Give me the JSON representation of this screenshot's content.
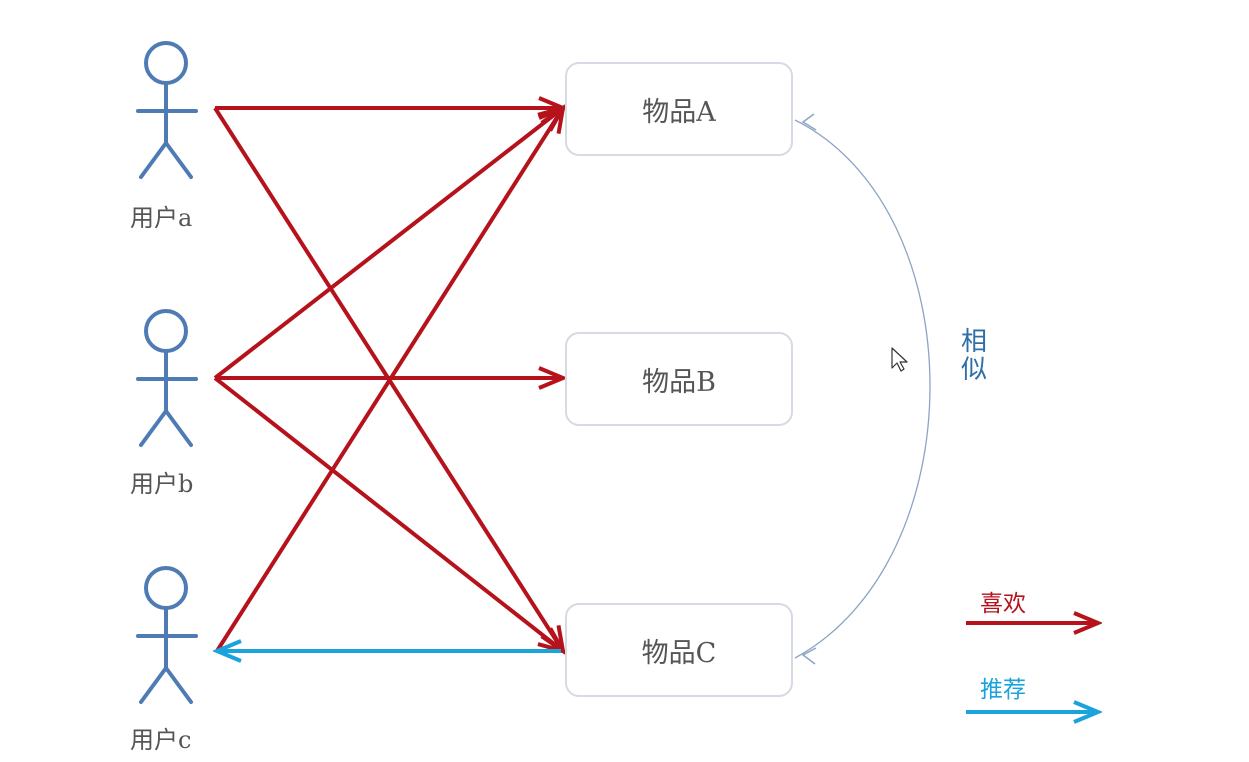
{
  "users": [
    {
      "id": "a",
      "label": "用户a"
    },
    {
      "id": "b",
      "label": "用户b"
    },
    {
      "id": "c",
      "label": "用户c"
    }
  ],
  "items": [
    {
      "id": "A",
      "label": "物品A"
    },
    {
      "id": "B",
      "label": "物品B"
    },
    {
      "id": "C",
      "label": "物品C"
    }
  ],
  "likes": [
    {
      "user": "a",
      "item": "A"
    },
    {
      "user": "a",
      "item": "C"
    },
    {
      "user": "b",
      "item": "A"
    },
    {
      "user": "b",
      "item": "B"
    },
    {
      "user": "b",
      "item": "C"
    },
    {
      "user": "c",
      "item": "A"
    }
  ],
  "recommendations": [
    {
      "item": "C",
      "user": "c"
    }
  ],
  "similarity": {
    "from": "A",
    "to": "C",
    "label": "相似"
  },
  "legend": {
    "like_label": "喜欢",
    "recommend_label": "推荐"
  },
  "colors": {
    "like": "#b5121b",
    "recommend": "#1ba3dc",
    "user_figure": "#4f7bb5",
    "similar_arc": "#8ea4c4",
    "similar_text": "#2f6fa8"
  }
}
